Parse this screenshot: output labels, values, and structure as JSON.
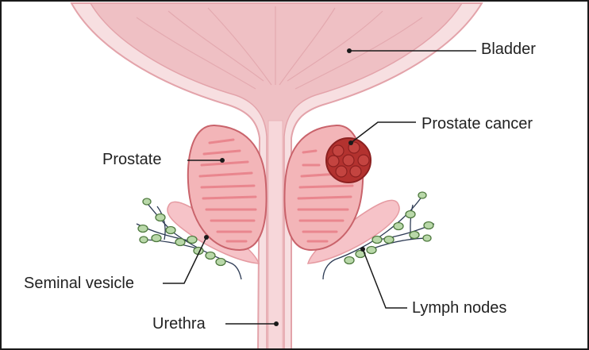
{
  "labels": {
    "bladder": "Bladder",
    "prostate_cancer": "Prostate cancer",
    "prostate": "Prostate",
    "seminal_vesicle": "Seminal vesicle",
    "lymph_nodes": "Lymph nodes",
    "urethra": "Urethra"
  },
  "colors": {
    "bladder_fill": "#efc0c4",
    "bladder_wall": "#f7dfe1",
    "bladder_outline": "#e3a3aa",
    "prostate_fill": "#f3b5b8",
    "prostate_outline": "#c9636b",
    "prostate_stripes": "#e9868e",
    "tumor": "#b3322f",
    "tumor_dark": "#8c2020",
    "seminal_vesicle": "#f6c3c8",
    "lymph_node": "#b9d8a9",
    "lymph_outline": "#4f7a3f",
    "lymph_vessel": "#2e3c55",
    "leader_line": "#1a1a1a",
    "border": "#1a1a1a"
  },
  "icons": {
    "diagram": "prostate-anatomy-illustration"
  }
}
